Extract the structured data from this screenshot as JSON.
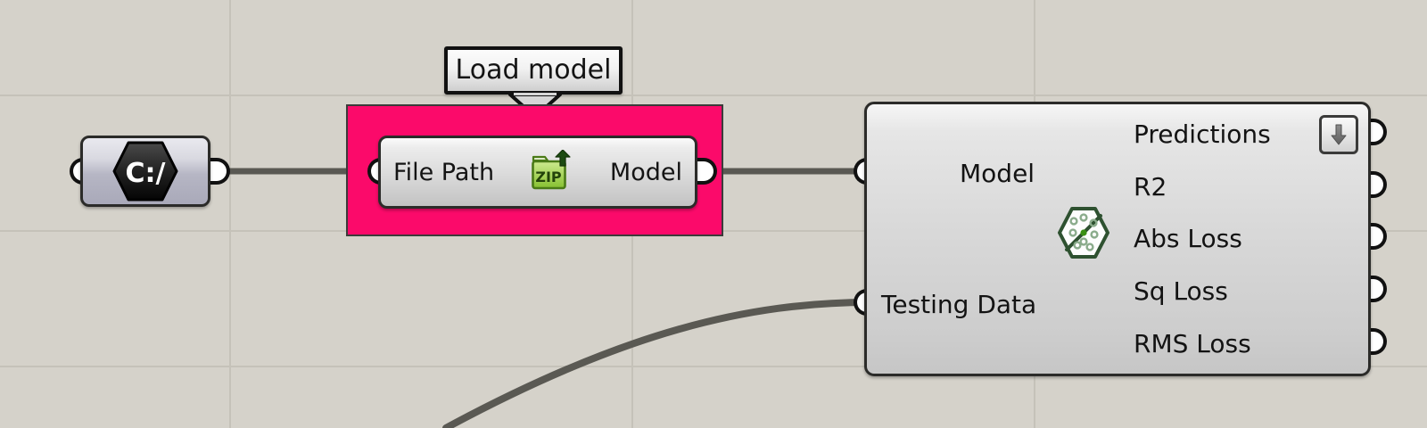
{
  "app": {
    "kind": "node-graph-canvas",
    "canvas_background": "#d5d2ca",
    "grid_line_color": "#c5c2b9",
    "wire_color": "#5a5953",
    "selection_color": "#fb0a6a"
  },
  "tooltip": {
    "text": "Load model",
    "anchor": "bottom-center"
  },
  "nodes": [
    {
      "id": "file-path-param",
      "icon": "c-drive-hexagon-icon",
      "icon_text": "C:/",
      "selected": false,
      "label": ""
    },
    {
      "id": "load-model-component",
      "icon": "zip-folder-upload-icon",
      "icon_text": "ZIP",
      "selected": true,
      "inputs": [
        {
          "label": "File Path"
        }
      ],
      "outputs": [
        {
          "label": "Model"
        }
      ]
    },
    {
      "id": "model-evaluator-component",
      "icon": "owl-ml-hexagon-icon",
      "selected": false,
      "inputs": [
        {
          "label": "Model"
        },
        {
          "label": "Testing Data"
        }
      ],
      "outputs": [
        {
          "label": "Predictions",
          "flatten": true
        },
        {
          "label": "R2",
          "flatten": false
        },
        {
          "label": "Abs Loss",
          "flatten": false
        },
        {
          "label": "Sq Loss",
          "flatten": false
        },
        {
          "label": "RMS Loss",
          "flatten": false
        }
      ],
      "flatten_button": {
        "icon": "down-arrow-icon",
        "title": "Flatten"
      }
    }
  ],
  "wires": [
    {
      "from": "file-path-param.out",
      "to": "load-model-component.File Path",
      "style": "straight"
    },
    {
      "from": "load-model-component.Model",
      "to": "model-evaluator-component.Model",
      "style": "straight"
    },
    {
      "from": "offscreen-below",
      "to": "model-evaluator-component.Testing Data",
      "style": "curve"
    }
  ]
}
